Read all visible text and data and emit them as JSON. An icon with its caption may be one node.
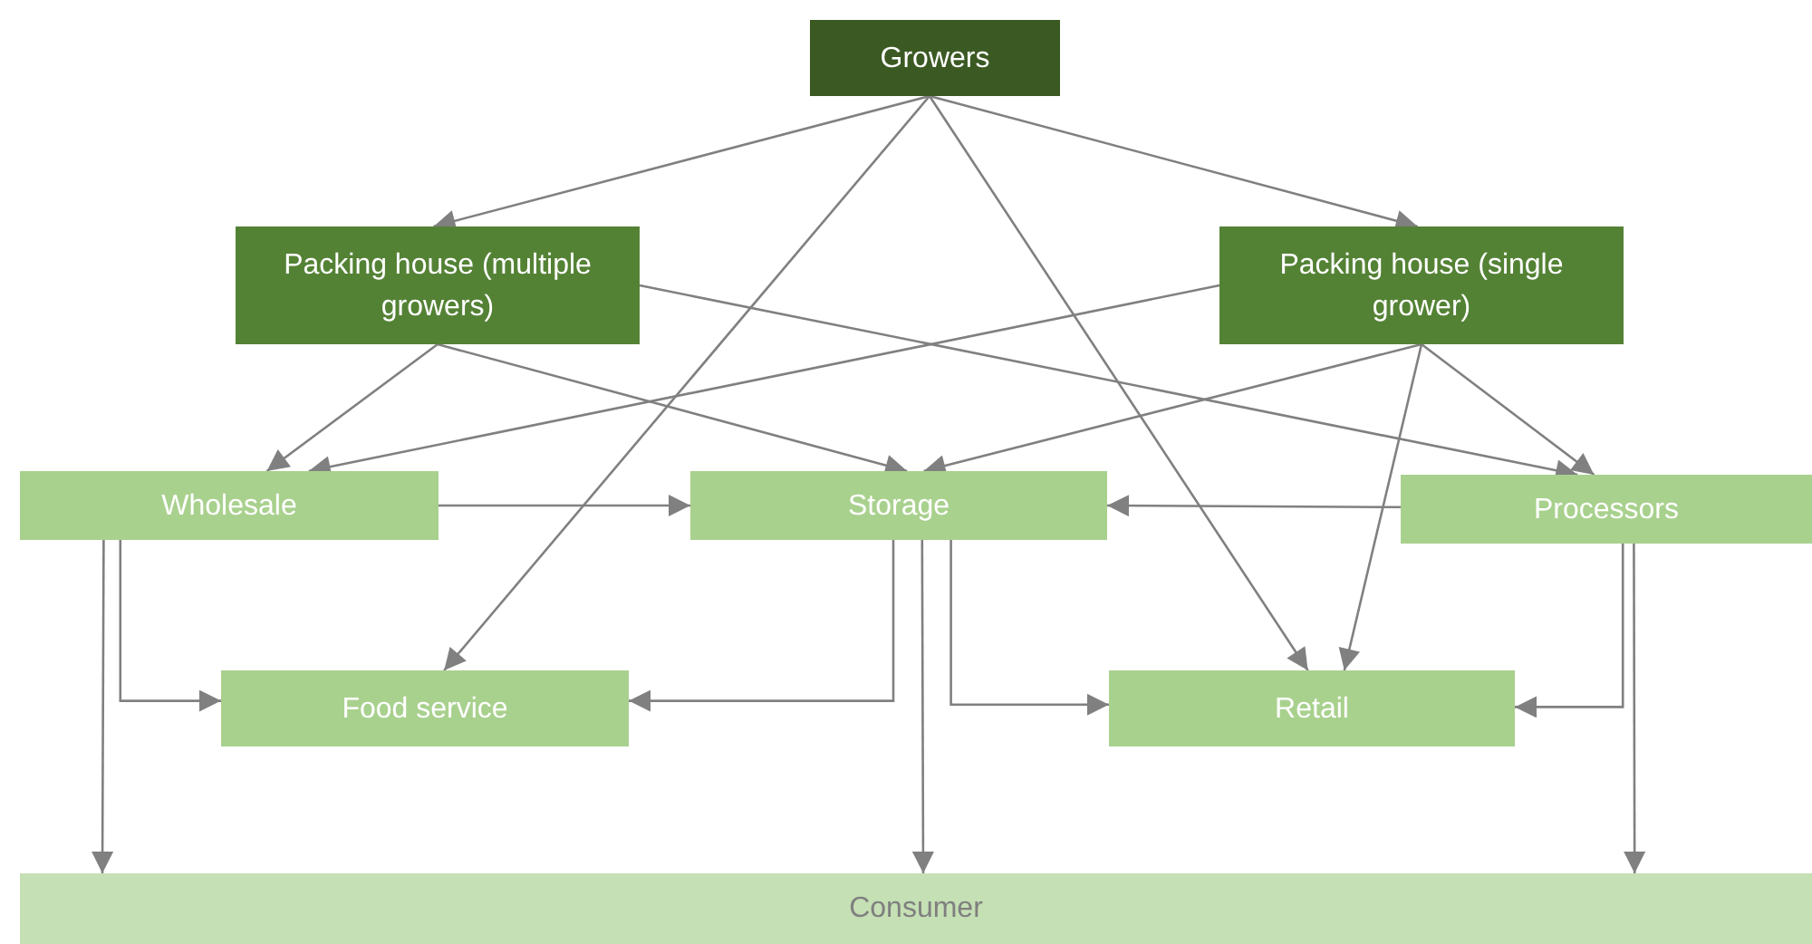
{
  "diagram": {
    "nodes": [
      {
        "text": [
          "Growers"
        ]
      },
      {
        "text": [
          "Packing house (multiple growers)"
        ]
      },
      {
        "text": [
          "Packing house (single grower)"
        ]
      },
      {
        "text": [
          "Wholesale"
        ]
      },
      {
        "text": [
          "Storage"
        ]
      },
      {
        "text": [
          "Processors"
        ]
      },
      {
        "text": [
          "Food service"
        ]
      },
      {
        "text": [
          "Retail"
        ]
      },
      {
        "text": [
          "Consumer"
        ]
      }
    ],
    "edges": [
      {
        "from": 0,
        "to": 1,
        "arrow": "to"
      },
      {
        "from": 0,
        "to": 2,
        "arrow": "to"
      },
      {
        "from": 0,
        "to": 6,
        "arrow": "to"
      },
      {
        "from": 0,
        "to": 7,
        "arrow": "to"
      },
      {
        "from": 1,
        "to": 3,
        "arrow": "to"
      },
      {
        "from": 1,
        "to": 4,
        "arrow": "to"
      },
      {
        "from": 1,
        "to": 5,
        "arrow": "to"
      },
      {
        "from": 2,
        "to": 3,
        "arrow": "to"
      },
      {
        "from": 2,
        "to": 4,
        "arrow": "to"
      },
      {
        "from": 2,
        "to": 5,
        "arrow": "to"
      },
      {
        "from": 2,
        "to": 7,
        "arrow": "to"
      },
      {
        "from": 3,
        "to": 4,
        "arrow": "to"
      },
      {
        "from": 3,
        "to": 6,
        "arrow": "to"
      },
      {
        "from": 3,
        "to": 8,
        "arrow": "to"
      },
      {
        "from": 4,
        "to": 6,
        "arrow": "to"
      },
      {
        "from": 4,
        "to": 7,
        "arrow": "to"
      },
      {
        "from": 4,
        "to": 8,
        "arrow": "to"
      },
      {
        "from": 5,
        "to": 4,
        "arrow": "to"
      },
      {
        "from": 5,
        "to": 7,
        "arrow": "to"
      },
      {
        "from": 5,
        "to": 8,
        "arrow": "to"
      }
    ]
  }
}
